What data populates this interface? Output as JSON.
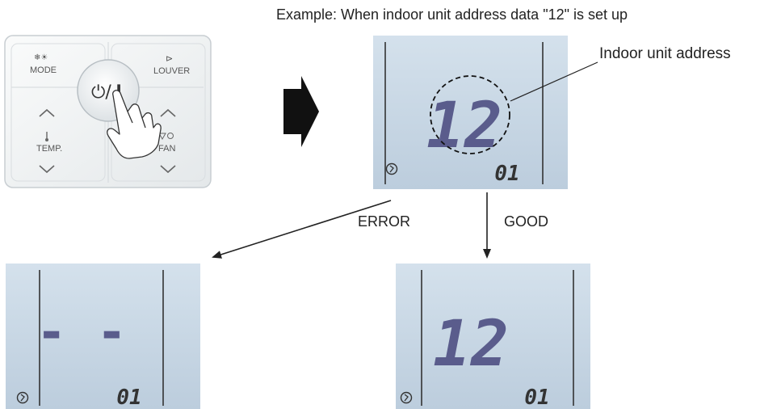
{
  "caption": "Example: When indoor unit address data \"12\" is set up",
  "callout_label": "Indoor unit address",
  "branch_error": "ERROR",
  "branch_good": "GOOD",
  "remote": {
    "mode_label": "MODE",
    "louver_label": "LOUVER",
    "power_label": "⏻/❙",
    "temp_label": "TEMP.",
    "fan_label": "FAN",
    "mode_icons": "❄☀",
    "louver_icon": "⊳"
  },
  "displays": {
    "top": {
      "main": "12",
      "sub": "01"
    },
    "error": {
      "main": "- -",
      "sub": "01"
    },
    "good": {
      "main": "12",
      "sub": "01"
    }
  },
  "colors": {
    "lcd_background": "#c9d8e6",
    "lcd_digits": "#5a5c8c",
    "remote_body": "#f2f4f5"
  }
}
